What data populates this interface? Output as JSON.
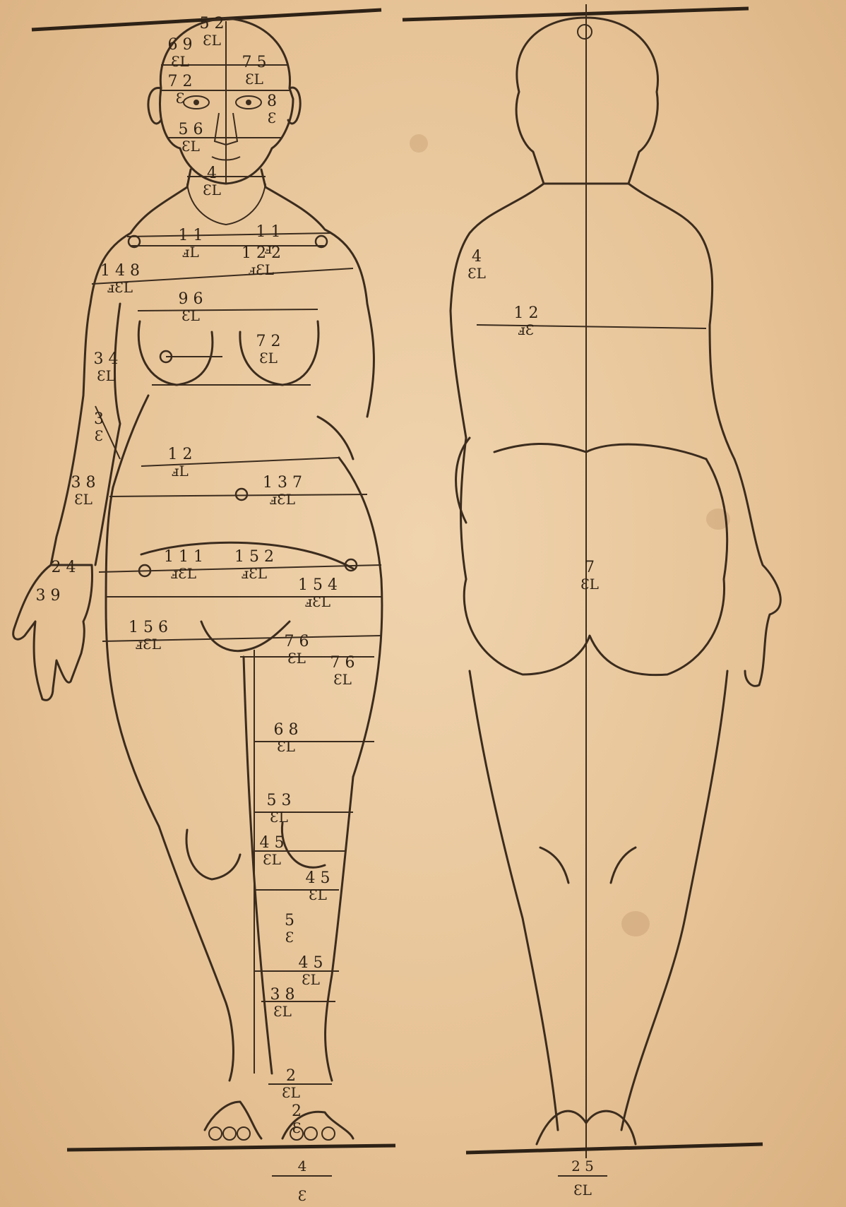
{
  "figures": {
    "front": {
      "measures": [
        {
          "id": "head-top",
          "num": "5 2",
          "den": "ƐⅬ"
        },
        {
          "id": "head-left",
          "num": "6 9",
          "den": "ƐⅬ"
        },
        {
          "id": "head-right",
          "num": "7 5",
          "den": "ƐⅬ"
        },
        {
          "id": "eyes",
          "num": "7 2",
          "den": "Ɛ"
        },
        {
          "id": "ear",
          "num": "8",
          "den": "Ɛ"
        },
        {
          "id": "nose",
          "num": "5 6",
          "den": "ƐⅬ"
        },
        {
          "id": "neck",
          "num": "4",
          "den": "ƐⅬ"
        },
        {
          "id": "shoulder-left",
          "num": "1 1",
          "den": "ⅎⅬ"
        },
        {
          "id": "shoulder-right",
          "num": "1 1",
          "den": "ⅎ"
        },
        {
          "id": "upper-chest",
          "num": "1 2 2",
          "den": "ⅎƐⅬ"
        },
        {
          "id": "chest",
          "num": "1 4 8",
          "den": "ⅎƐⅬ"
        },
        {
          "id": "breast",
          "num": "9 6",
          "den": "ƐⅬ"
        },
        {
          "id": "nipple",
          "num": "7 2",
          "den": "ƐⅬ"
        },
        {
          "id": "upper-arm",
          "num": "3 4",
          "den": "ƐⅬ"
        },
        {
          "id": "elbow",
          "num": "3",
          "den": "Ɛ"
        },
        {
          "id": "waist",
          "num": "1 2",
          "den": "ⅎⅬ"
        },
        {
          "id": "forearm",
          "num": "3 8",
          "den": "ƐⅬ"
        },
        {
          "id": "navel",
          "num": "1 3 7",
          "den": "ⅎƐⅬ"
        },
        {
          "id": "hip-arc",
          "num": "1 1 1",
          "den": "ⅎƐⅬ"
        },
        {
          "id": "hip",
          "num": "1 5 2",
          "den": "ⅎƐⅬ"
        },
        {
          "id": "wrist",
          "num": "2 4",
          "den": ""
        },
        {
          "id": "palm",
          "num": "3 9",
          "den": ""
        },
        {
          "id": "lower-hip",
          "num": "1 5 4",
          "den": "ⅎƐⅬ"
        },
        {
          "id": "groin",
          "num": "1 5 6",
          "den": "ⅎƐⅬ"
        },
        {
          "id": "crotch",
          "num": "7 6",
          "den": "ƐⅬ"
        },
        {
          "id": "thigh-top",
          "num": "7 6",
          "den": "ƐL"
        },
        {
          "id": "thigh",
          "num": "6 8",
          "den": "ƐⅬ"
        },
        {
          "id": "above-knee",
          "num": "5 3",
          "den": "ƐⅬ"
        },
        {
          "id": "knee",
          "num": "4 5",
          "den": "ƐⅬ"
        },
        {
          "id": "below-knee",
          "num": "4 5",
          "den": "ƐⅬ"
        },
        {
          "id": "calf",
          "num": "5",
          "den": "Ɛ"
        },
        {
          "id": "lower-calf",
          "num": "4 5",
          "den": "ƐⅬ"
        },
        {
          "id": "ankle-up",
          "num": "3 8",
          "den": "ƐL"
        },
        {
          "id": "ankle",
          "num": "2",
          "den": "ƐⅬ"
        },
        {
          "id": "foot",
          "num": "2",
          "den": "Ɛ"
        }
      ],
      "base_num": "4",
      "base_den": "Ɛ"
    },
    "back": {
      "measures": [
        {
          "id": "shoulder-blade",
          "num": "4",
          "den": "ƐL"
        },
        {
          "id": "back",
          "num": "1 2",
          "den": "ⅎƐ"
        },
        {
          "id": "buttocks",
          "num": "7",
          "den": "ƐL"
        }
      ],
      "base_num": "2 5",
      "base_den": "ƐⅬ"
    }
  },
  "colors": {
    "paper": "#e9c9a0",
    "ink": "#3b2c1e"
  }
}
